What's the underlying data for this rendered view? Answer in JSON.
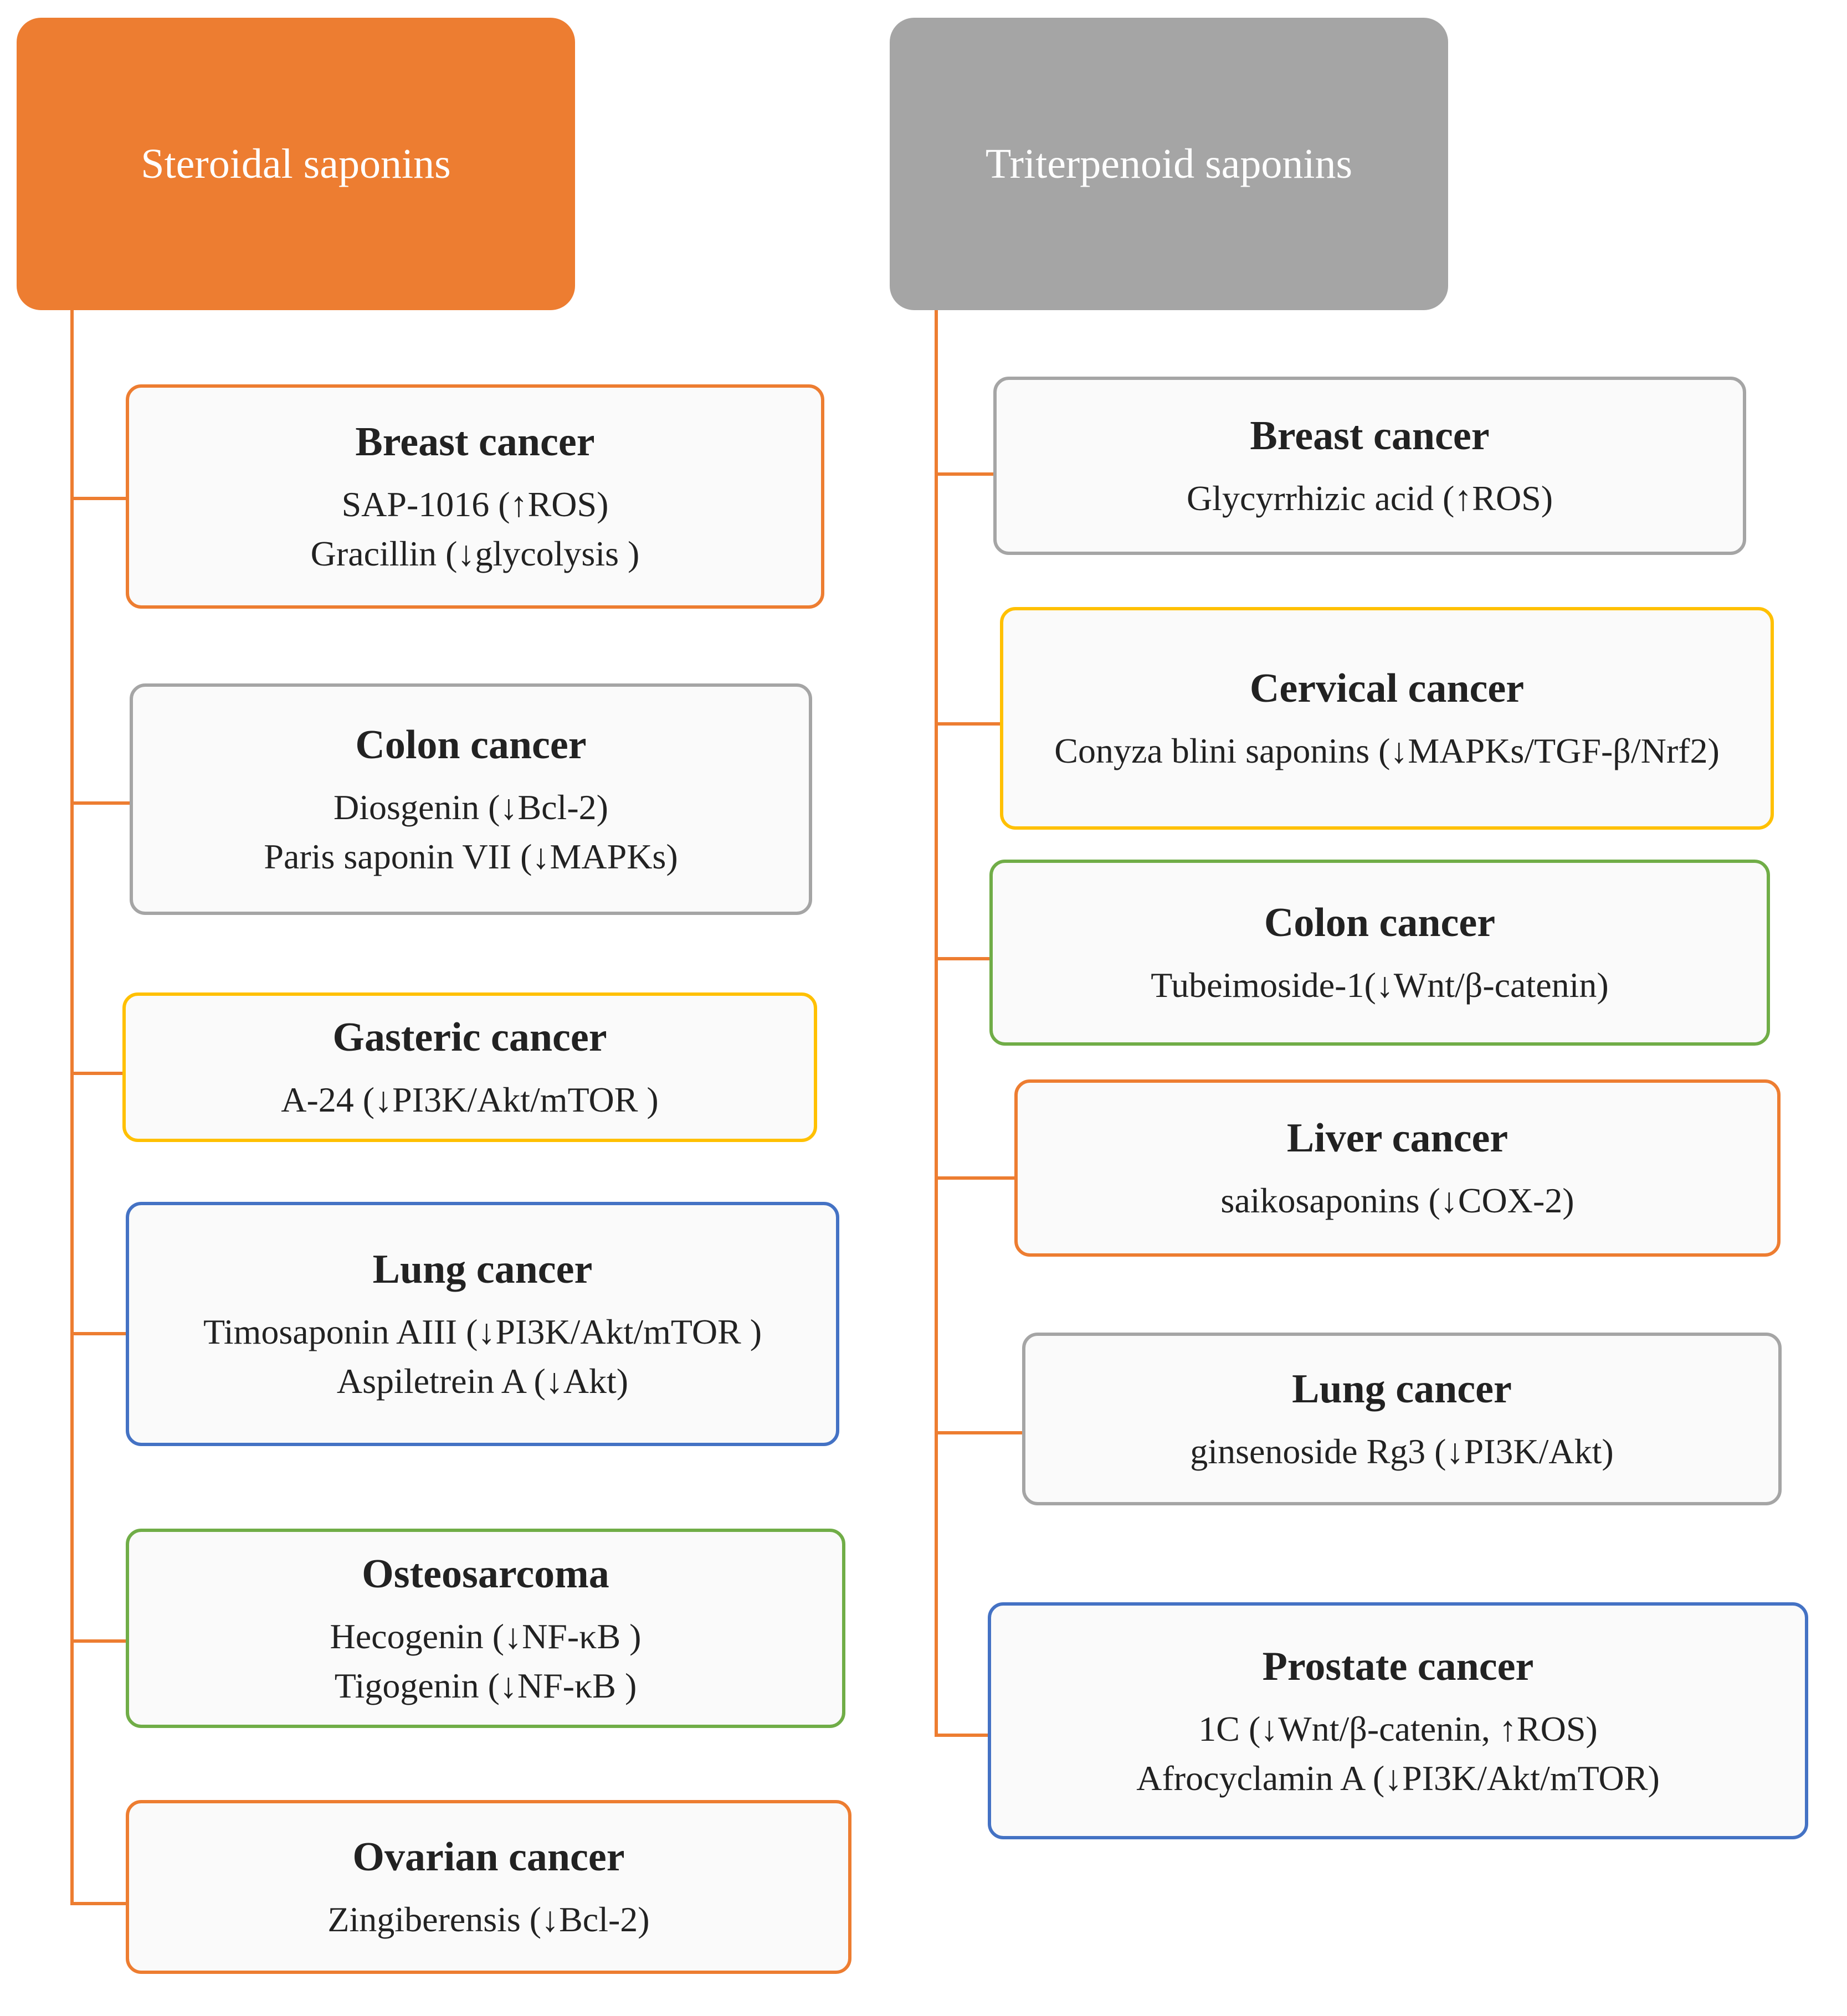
{
  "headers": {
    "left": "Steroidal saponins",
    "right": "Triterpenoid  saponins"
  },
  "left_boxes": [
    {
      "title": "Breast cancer",
      "lines": [
        "SAP-1016 (↑ROS)",
        "Gracillin (↓glycolysis )"
      ],
      "color": "#ED7D31"
    },
    {
      "title": "Colon cancer",
      "lines": [
        "Diosgenin (↓Bcl-2)",
        "Paris saponin VII (↓MAPKs)"
      ],
      "color": "#A5A5A5"
    },
    {
      "title": "Gasteric cancer",
      "lines": [
        "A-24 (↓PI3K/Akt/mTOR )"
      ],
      "color": "#FFC000"
    },
    {
      "title": "Lung cancer",
      "lines": [
        "Timosaponin AIII (↓PI3K/Akt/mTOR )",
        "Aspiletrein A (↓Akt)"
      ],
      "color": "#4472C4"
    },
    {
      "title": "Osteosarcoma",
      "lines": [
        "Hecogenin (↓NF-κB )",
        "Tigogenin (↓NF-κB )"
      ],
      "color": "#70AD47"
    },
    {
      "title": "Ovarian cancer",
      "lines": [
        "Zingiberensis (↓Bcl-2)"
      ],
      "color": "#ED7D31"
    }
  ],
  "right_boxes": [
    {
      "title": "Breast cancer",
      "lines": [
        "Glycyrrhizic acid (↑ROS)"
      ],
      "color": "#A5A5A5"
    },
    {
      "title": "Cervical cancer",
      "lines": [
        "Conyza blini  saponins (↓MAPKs/TGF-β/Nrf2)"
      ],
      "color": "#FFC000"
    },
    {
      "title": "Colon cancer",
      "lines": [
        "Tubeimoside-1(↓Wnt/β-catenin)"
      ],
      "color": "#70AD47"
    },
    {
      "title": "Liver cancer",
      "lines": [
        "saikosaponins (↓COX-2)"
      ],
      "color": "#ED7D31"
    },
    {
      "title": "Lung cancer",
      "lines": [
        "ginsenoside Rg3 (↓PI3K/Akt)"
      ],
      "color": "#A5A5A5"
    },
    {
      "title": "Prostate cancer",
      "lines": [
        "1C (↓Wnt/β-catenin, ↑ROS)",
        "Afrocyclamin A (↓PI3K/Akt/mTOR)"
      ],
      "color": "#4472C4"
    }
  ]
}
